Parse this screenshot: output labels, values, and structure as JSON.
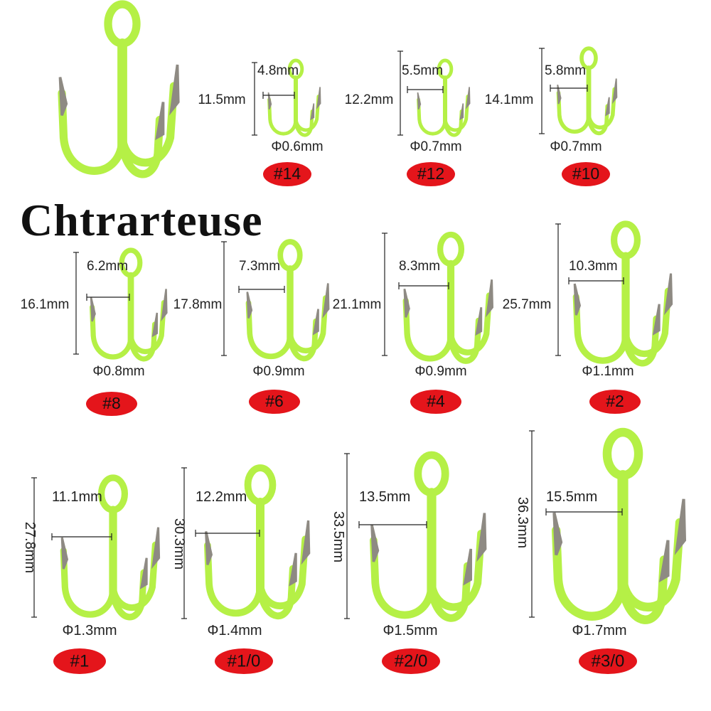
{
  "brand": "Chtrarteuse",
  "colors": {
    "hook_body": "#B5F046",
    "hook_point": "#8E8A83",
    "badge": "#E4151B",
    "dim_line": "#222222"
  },
  "hooks": [
    {
      "size": "#14",
      "length": "11.5mm",
      "gap": "4.8mm",
      "wire": "Φ0.6mm"
    },
    {
      "size": "#12",
      "length": "12.2mm",
      "gap": "5.5mm",
      "wire": "Φ0.7mm"
    },
    {
      "size": "#10",
      "length": "14.1mm",
      "gap": "5.8mm",
      "wire": "Φ0.7mm"
    },
    {
      "size": "#8",
      "length": "16.1mm",
      "gap": "6.2mm",
      "wire": "Φ0.8mm"
    },
    {
      "size": "#6",
      "length": "17.8mm",
      "gap": "7.3mm",
      "wire": "Φ0.9mm"
    },
    {
      "size": "#4",
      "length": "21.1mm",
      "gap": "8.3mm",
      "wire": "Φ0.9mm"
    },
    {
      "size": "#2",
      "length": "25.7mm",
      "gap": "10.3mm",
      "wire": "Φ1.1mm"
    },
    {
      "size": "#1",
      "length": "27.8mm",
      "gap": "11.1mm",
      "wire": "Φ1.3mm"
    },
    {
      "size": "#1/0",
      "length": "30.3mm",
      "gap": "12.2mm",
      "wire": "Φ1.4mm"
    },
    {
      "size": "#2/0",
      "length": "33.5mm",
      "gap": "13.5mm",
      "wire": "Φ1.5mm"
    },
    {
      "size": "#3/0",
      "length": "36.3mm",
      "gap": "15.5mm",
      "wire": "Φ1.7mm"
    }
  ]
}
